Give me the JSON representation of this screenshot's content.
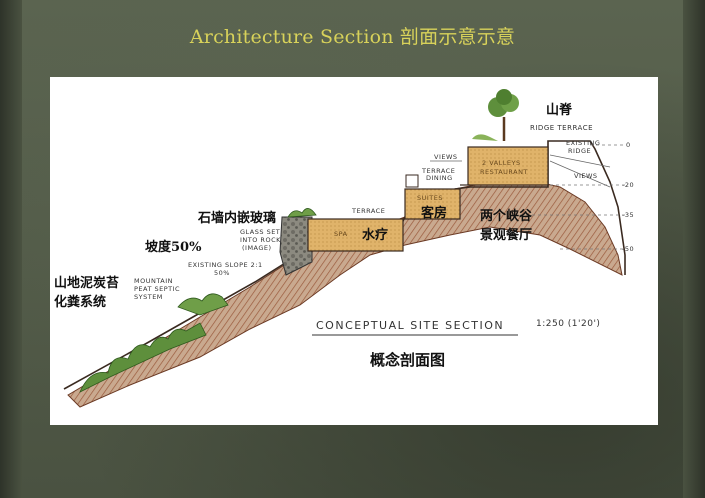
{
  "slide": {
    "title": "Architecture Section 剖面示意示意"
  },
  "diagram": {
    "caption_en": "CONCEPTUAL SITE SECTION",
    "scale": "1:250 (1'20')",
    "caption_cn": "概念剖面图",
    "cn_labels": {
      "ridge": "山脊",
      "glass_wall": "石墙内嵌玻璃",
      "slope": "坡度50%",
      "septic_1": "山地泥炭苔",
      "septic_2": "化粪系统",
      "guest_rooms": "客房",
      "spa": "水疗",
      "canyon_1": "两个峡谷",
      "canyon_2": "景观餐厅"
    },
    "en_labels": {
      "ridge_terrace": "RIDGE TERRACE",
      "existing_ridge_1": "EXISTING",
      "existing_ridge_2": "RIDGE",
      "views_1": "VIEWS",
      "views_2": "VIEWS",
      "terrace_dining_1": "TERRACE",
      "terrace_dining_2": "DINING",
      "restaurant_1": "2 VALLEYS",
      "restaurant_2": "RESTAURANT",
      "suites": "SUITES",
      "terrace": "TERRACE",
      "spa": "SPA",
      "glass_1": "GLASS SET",
      "glass_2": "INTO ROCK",
      "glass_3": "(IMAGE)",
      "existing_slope": "EXISTING SLOPE 2:1",
      "pct": "50%",
      "mountain_1": "MOUNTAIN",
      "mountain_2": "PEAT SEPTIC",
      "mountain_3": "SYSTEM"
    },
    "elevations": [
      "0",
      "-20",
      "-35",
      "-50"
    ]
  }
}
